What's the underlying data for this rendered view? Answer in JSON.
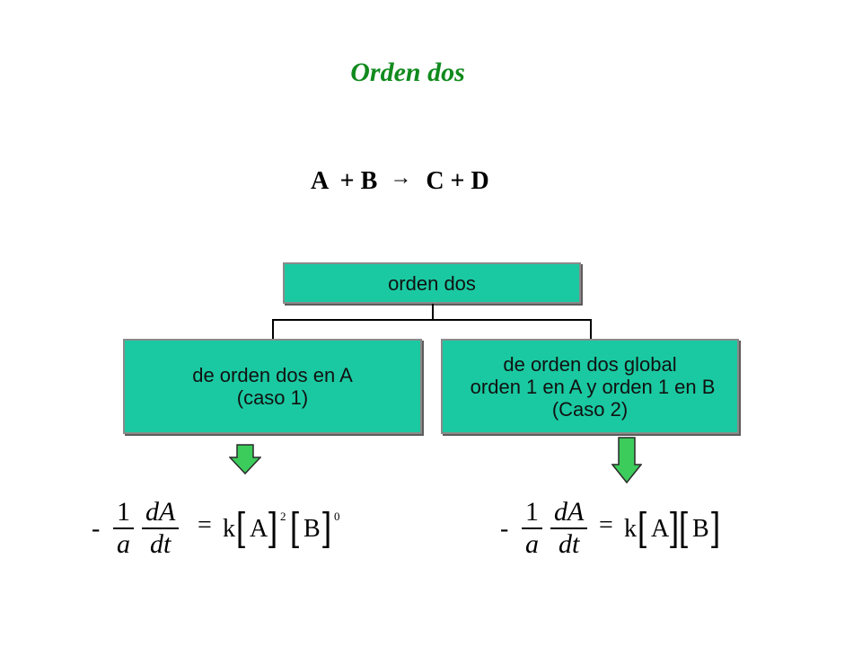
{
  "title": "Orden dos",
  "reaction": {
    "left": "A  + B",
    "arrow": "→",
    "right": "C + D"
  },
  "tree": {
    "root": "orden dos",
    "case1": {
      "line1": "de orden dos en A",
      "line2": "(caso 1)"
    },
    "case2": {
      "line1": "de orden dos global",
      "line2": " orden 1 en A y orden 1 en B",
      "line3": "(Caso 2)"
    }
  },
  "colors": {
    "title": "#118a1d",
    "box_fill": "#1ac9a1",
    "arrow_fill": "#3ccc5c"
  },
  "equation1": {
    "minus": "-",
    "frac1_num": "1",
    "frac1_den": "a",
    "frac2_num": "dA",
    "frac2_den": "dt",
    "equals": "=",
    "k": "k",
    "species1": "A",
    "exp1": "2",
    "species2": "B",
    "exp2": "0"
  },
  "equation2": {
    "minus": "-",
    "frac1_num": "1",
    "frac1_den": "a",
    "frac2_num": "dA",
    "frac2_den": "dt",
    "equals": "=",
    "k": "k",
    "species1": "A",
    "species2": "B"
  }
}
